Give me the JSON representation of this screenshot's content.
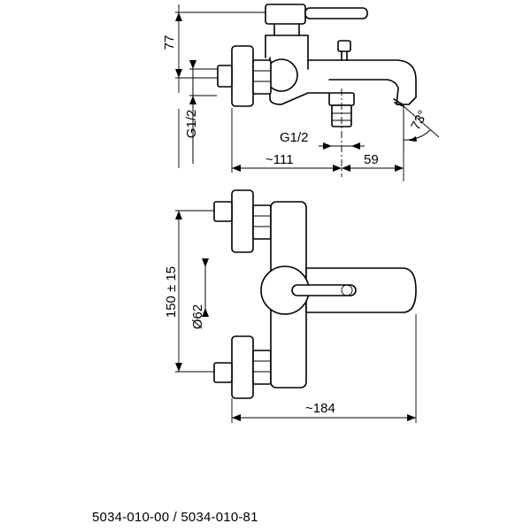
{
  "dimensions": {
    "height_top": "77",
    "thread_left": "G1/2",
    "thread_bottom": "G1/2",
    "projection": "~111",
    "spout_offset": "59",
    "angle": "73°",
    "centers": "150 ± 15",
    "diameter": "Ø62",
    "width": "~184"
  },
  "caption": "5034-010-00 / 5034-010-81"
}
